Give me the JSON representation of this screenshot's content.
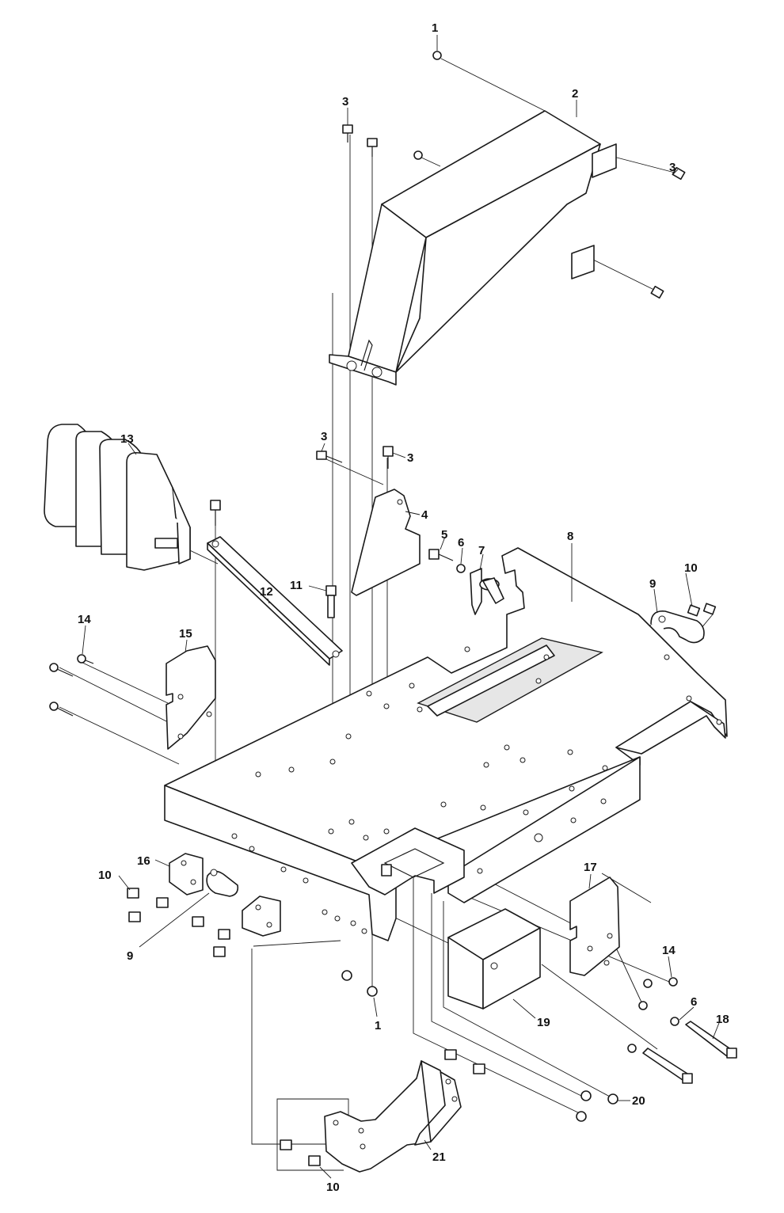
{
  "diagram": {
    "callouts": [
      {
        "id": "c1a",
        "text": "1"
      },
      {
        "id": "c2",
        "text": "2"
      },
      {
        "id": "c3a",
        "text": "3"
      },
      {
        "id": "c3b",
        "text": "3"
      },
      {
        "id": "c3c",
        "text": "3"
      },
      {
        "id": "c3d",
        "text": "3"
      },
      {
        "id": "c4",
        "text": "4"
      },
      {
        "id": "c5",
        "text": "5"
      },
      {
        "id": "c6a",
        "text": "6"
      },
      {
        "id": "c7",
        "text": "7"
      },
      {
        "id": "c8",
        "text": "8"
      },
      {
        "id": "c9a",
        "text": "9"
      },
      {
        "id": "c10a",
        "text": "10"
      },
      {
        "id": "c11",
        "text": "11"
      },
      {
        "id": "c12",
        "text": "12"
      },
      {
        "id": "c13",
        "text": "13"
      },
      {
        "id": "c14a",
        "text": "14"
      },
      {
        "id": "c15",
        "text": "15"
      },
      {
        "id": "c16",
        "text": "16"
      },
      {
        "id": "c10b",
        "text": "10"
      },
      {
        "id": "c9b",
        "text": "9"
      },
      {
        "id": "c17",
        "text": "17"
      },
      {
        "id": "c14b",
        "text": "14"
      },
      {
        "id": "c6b",
        "text": "6"
      },
      {
        "id": "c18",
        "text": "18"
      },
      {
        "id": "c19",
        "text": "19"
      },
      {
        "id": "c1b",
        "text": "1"
      },
      {
        "id": "c20",
        "text": "20"
      },
      {
        "id": "c21",
        "text": "21"
      },
      {
        "id": "c10c",
        "text": "10"
      }
    ]
  }
}
